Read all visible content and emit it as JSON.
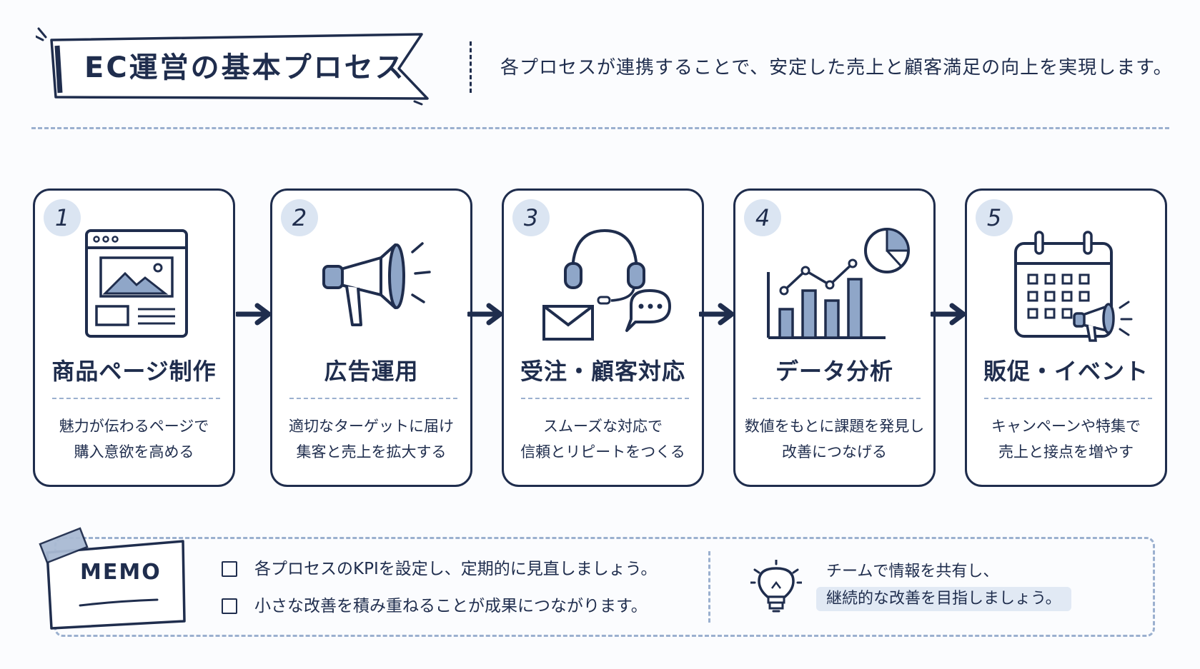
{
  "header": {
    "title": "EC運営の基本プロセス",
    "subtitle": "各プロセスが連携することで、安定した売上と顧客満足の向上を実現します。"
  },
  "steps": [
    {
      "number": "1",
      "title": "商品ページ制作",
      "desc": [
        "魅力が伝わるページで",
        "購入意欲を高める"
      ],
      "icon": "webpage-icon"
    },
    {
      "number": "2",
      "title": "広告運用",
      "desc": [
        "適切なターゲットに届け",
        "集客と売上を拡大する"
      ],
      "icon": "megaphone-icon"
    },
    {
      "number": "3",
      "title": "受注・顧客対応",
      "desc": [
        "スムーズな対応で",
        "信頼とリピートをつくる"
      ],
      "icon": "headset-mail-chat-icon"
    },
    {
      "number": "4",
      "title": "データ分析",
      "desc": [
        "数値をもとに課題を発見し",
        "改善につなげる"
      ],
      "icon": "analytics-chart-icon"
    },
    {
      "number": "5",
      "title": "販促・イベント",
      "desc": [
        "キャンペーンや特集で",
        "売上と接点を増やす"
      ],
      "icon": "calendar-megaphone-icon"
    }
  ],
  "memo": {
    "label": "MEMO",
    "checklist": [
      "各プロセスのKPIを設定し、定期的に見直しましょう。",
      "小さな改善を積み重ねることが成果につながります。"
    ],
    "tip": [
      "チームで情報を共有し、",
      "継続的な改善を目指しましょう。"
    ],
    "tip_icon": "lightbulb-icon"
  },
  "colors": {
    "ink": "#1f2d4d",
    "accent_light": "#dbe5f2",
    "dash": "#9bb0cf"
  }
}
